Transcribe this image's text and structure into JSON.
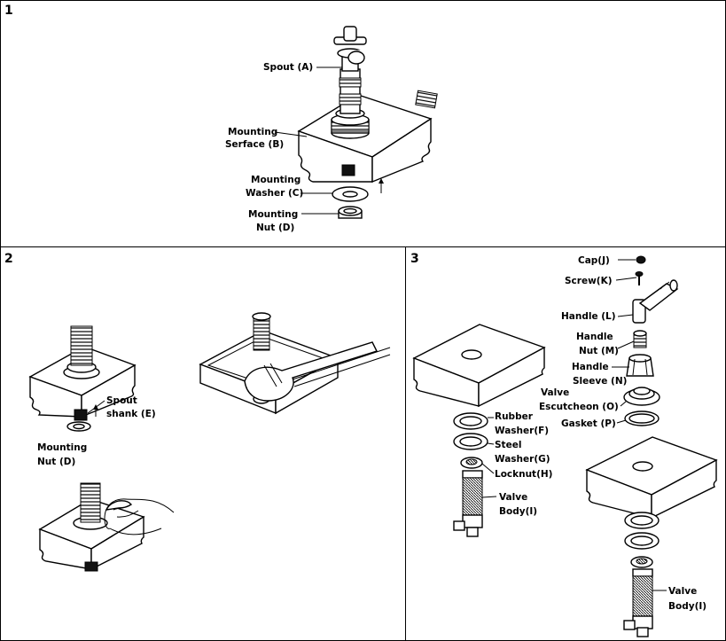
{
  "panels": [
    {
      "number": "1",
      "labels": {
        "spout": "Spout (A)",
        "mounting_surface_1": "Mounting",
        "mounting_surface_2": "Serface (B)",
        "mounting_washer_1": "Mounting",
        "mounting_washer_2": "Washer (C)",
        "mounting_nut_1": "Mounting",
        "mounting_nut_2": "Nut (D)"
      }
    },
    {
      "number": "2",
      "labels": {
        "spout_shank_1": "Spout",
        "spout_shank_2": "shank (E)",
        "mounting_nut_1": "Mounting",
        "mounting_nut_2": "Nut (D)"
      }
    },
    {
      "number": "3",
      "labels": {
        "cap": "Cap(J)",
        "screw": "Screw(K)",
        "handle": "Handle (L)",
        "handle_nut_1": "Handle",
        "handle_nut_2": "Nut (M)",
        "handle_sleeve_1": "Handle",
        "handle_sleeve_2": "Sleeve (N)",
        "valve_escutcheon_1": "Valve",
        "valve_escutcheon_2": "Escutcheon (O)",
        "gasket": "Gasket (P)",
        "rubber_washer_1": "Rubber",
        "rubber_washer_2": "Washer(F)",
        "steel_washer_1": "Steel",
        "steel_washer_2": "Washer(G)",
        "locknut": "Locknut(H)",
        "valve_body_1": "Valve",
        "valve_body_2": "Body(I)",
        "valve_body_b_1": "Valve",
        "valve_body_b_2": "Body(I)"
      }
    }
  ]
}
